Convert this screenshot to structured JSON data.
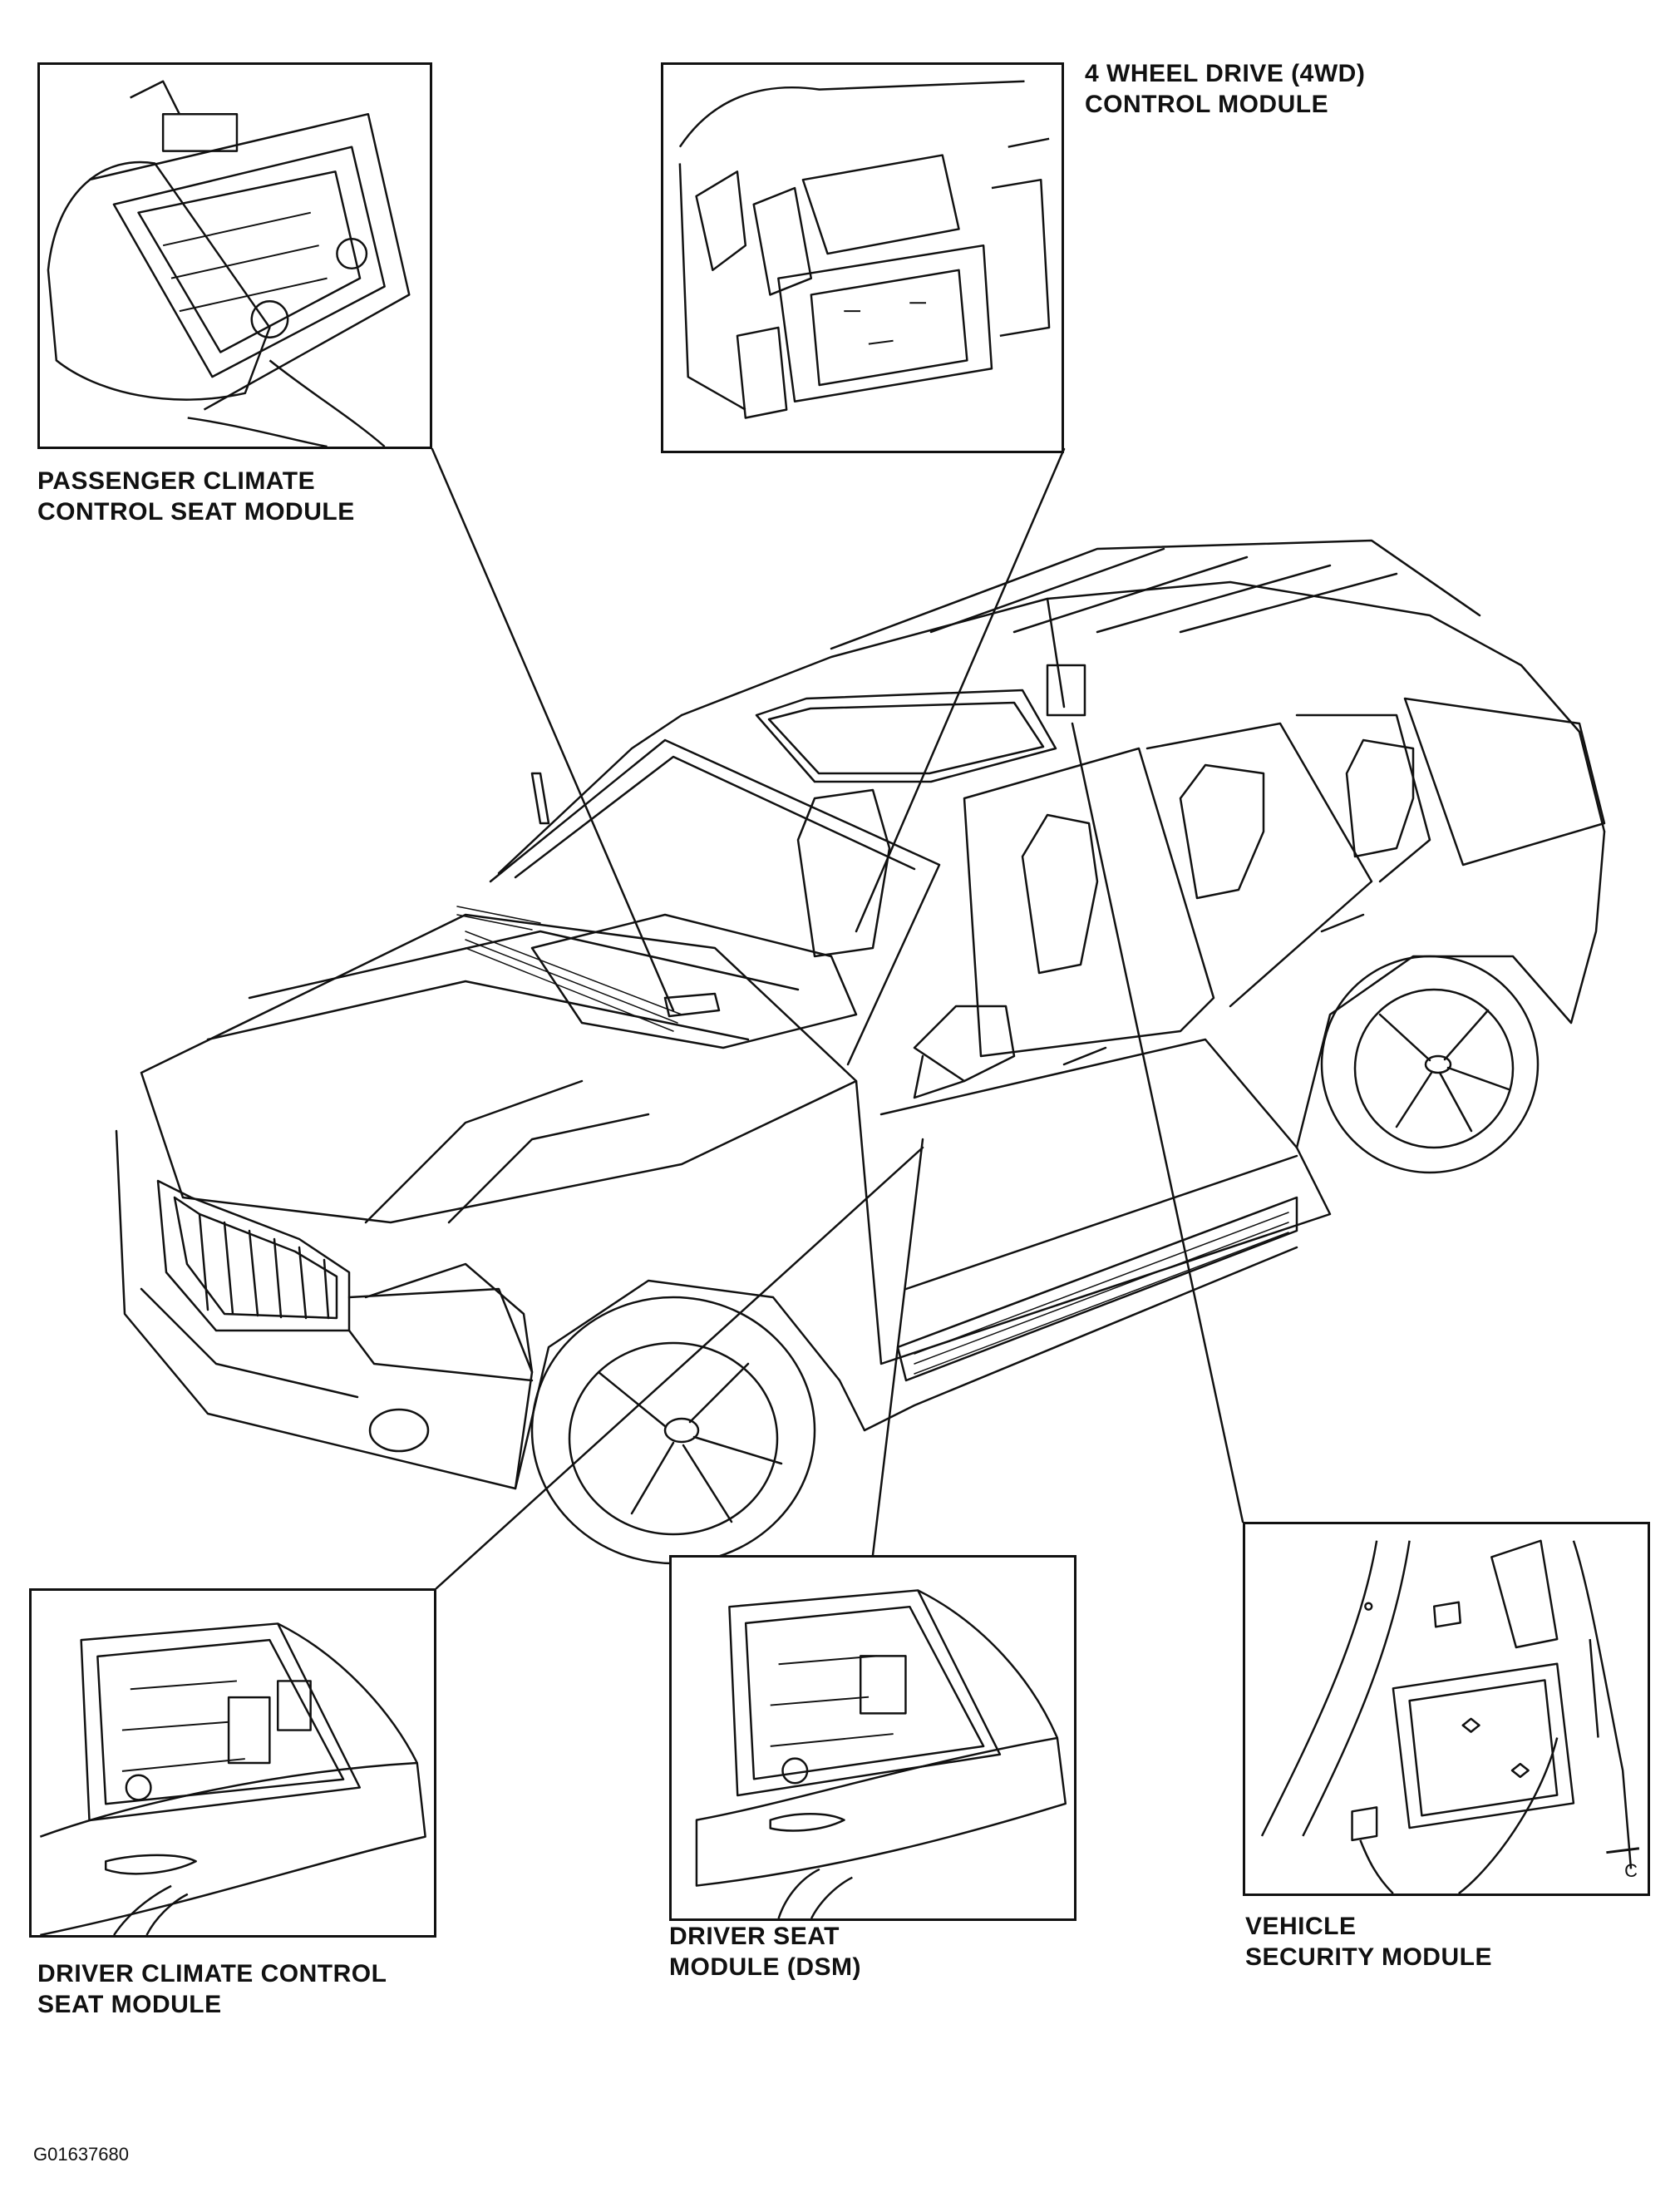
{
  "labels": {
    "passenger_climate": [
      "PASSENGER CLIMATE",
      "CONTROL SEAT MODULE"
    ],
    "four_wd": [
      "4 WHEEL DRIVE (4WD)",
      "CONTROL MODULE"
    ],
    "driver_climate": [
      "DRIVER CLIMATE CONTROL",
      "SEAT MODULE"
    ],
    "driver_seat": [
      "DRIVER SEAT",
      "MODULE (DSM)"
    ],
    "vehicle_security": [
      "VEHICLE",
      "SECURITY MODULE"
    ]
  },
  "figure_id": "G01637680",
  "panel_corner_letter": "C",
  "colors": {
    "ink": "#111111",
    "paper": "#ffffff"
  }
}
